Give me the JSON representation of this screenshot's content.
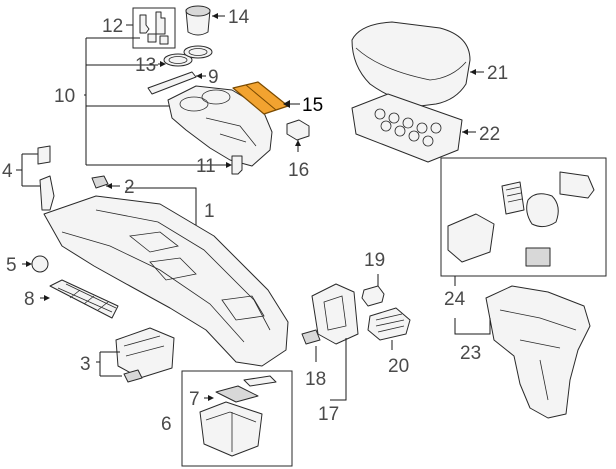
{
  "callouts": {
    "c1": "1",
    "c2": "2",
    "c3": "3",
    "c4": "4",
    "c5": "5",
    "c6": "6",
    "c7": "7",
    "c8": "8",
    "c9": "9",
    "c10": "10",
    "c11": "11",
    "c12": "12",
    "c13": "13",
    "c14": "14",
    "c15": "15",
    "c16": "16",
    "c17": "17",
    "c18": "18",
    "c19": "19",
    "c20": "20",
    "c21": "21",
    "c22": "22",
    "c23": "23",
    "c24": "24"
  },
  "colors": {
    "highlight_fill": "#f2a330",
    "highlight_stroke": "#7a4a00",
    "line": "#2a2a2a"
  }
}
